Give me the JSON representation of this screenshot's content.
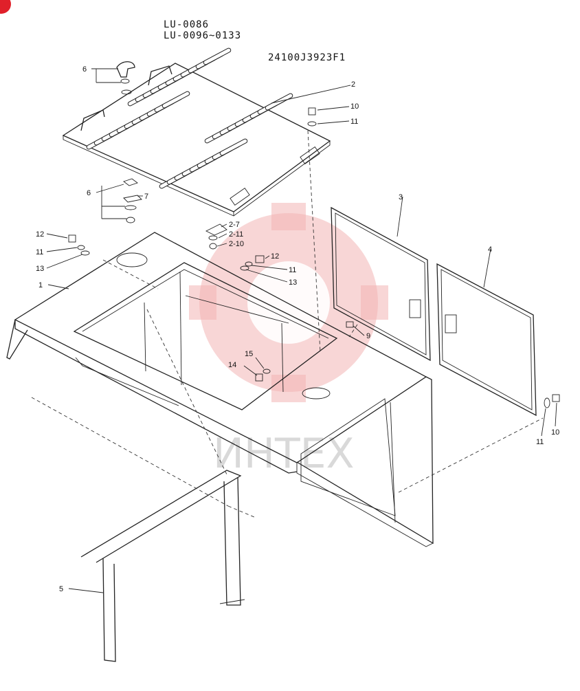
{
  "header": {
    "line1": "LU-0086",
    "line2": "LU-0096~0133",
    "part_code": "24100J3923F1"
  },
  "watermark": {
    "text": "ИНТЕХ",
    "color": "#f3b4b4"
  },
  "corner_badge": {
    "color": "#e0202a"
  },
  "callouts": {
    "c1": "1",
    "c2": "2",
    "c2_7": "2-7",
    "c2_10": "2-10",
    "c2_11": "2-11",
    "c3": "3",
    "c4": "4",
    "c5": "5",
    "c6a": "6",
    "c6b": "6",
    "c7": "7",
    "c9": "9",
    "c10a": "10",
    "c10b": "10",
    "c11a": "11",
    "c11b": "11",
    "c11c": "11",
    "c11d": "11",
    "c12a": "12",
    "c12b": "12",
    "c13a": "13",
    "c13b": "13",
    "c14": "14",
    "c15": "15"
  }
}
